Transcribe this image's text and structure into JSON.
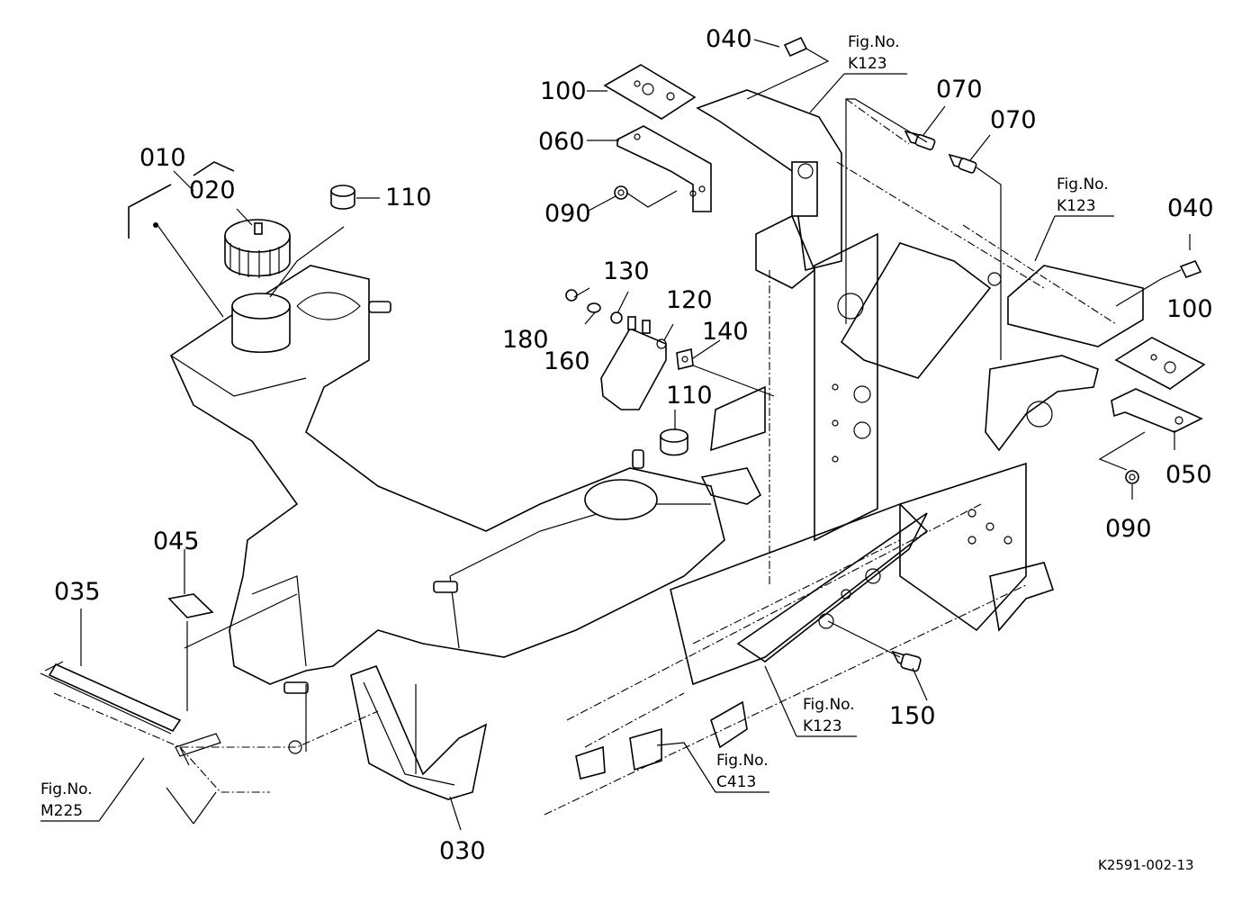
{
  "part_labels": {
    "p010": "010",
    "p020": "020",
    "p030": "030",
    "p035": "035",
    "p040a": "040",
    "p040b": "040",
    "p045": "045",
    "p050": "050",
    "p060": "060",
    "p070a": "070",
    "p070b": "070",
    "p090a": "090",
    "p090b": "090",
    "p100a": "100",
    "p100b": "100",
    "p110a": "110",
    "p110b": "110",
    "p120": "120",
    "p130": "130",
    "p140": "140",
    "p150": "150",
    "p160": "160",
    "p180": "180"
  },
  "figure_refs": {
    "k123_top": {
      "line1": "Fig.No.",
      "line2": "K123"
    },
    "k123_right": {
      "line1": "Fig.No.",
      "line2": "K123"
    },
    "k123_bottom": {
      "line1": "Fig.No.",
      "line2": "K123"
    },
    "c413": {
      "line1": "Fig.No.",
      "line2": "C413"
    },
    "m225": {
      "line1": "Fig.No.",
      "line2": "M225"
    }
  },
  "diagram_code": "K2591-002-13"
}
